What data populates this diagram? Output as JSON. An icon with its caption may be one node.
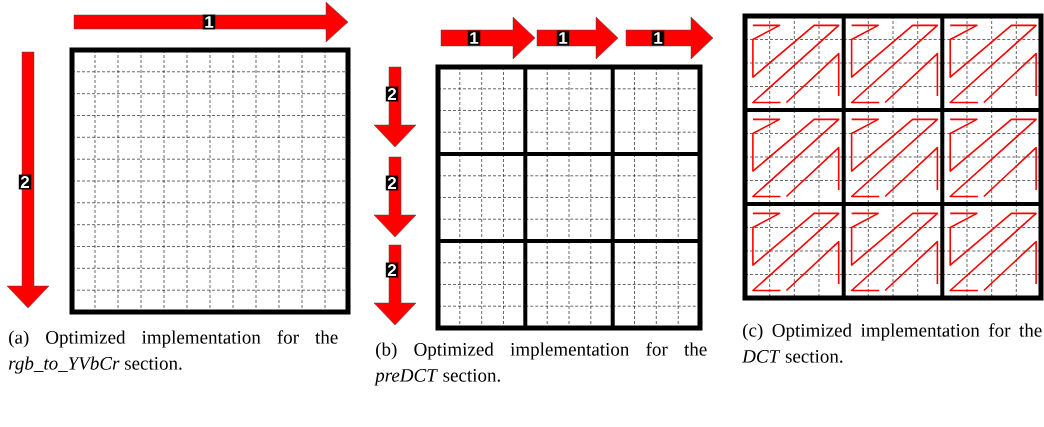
{
  "diagram": {
    "labels": [
      "1",
      "2",
      "1",
      "1",
      "1",
      "2",
      "2",
      "2",
      "(a) Optimized implementation for the *rgb_to_YVbCr* section.",
      "(b) Optimized implementation for the *preDCT* section.",
      "(c) Optimized implementation for the *DCT* section."
    ]
  }
}
